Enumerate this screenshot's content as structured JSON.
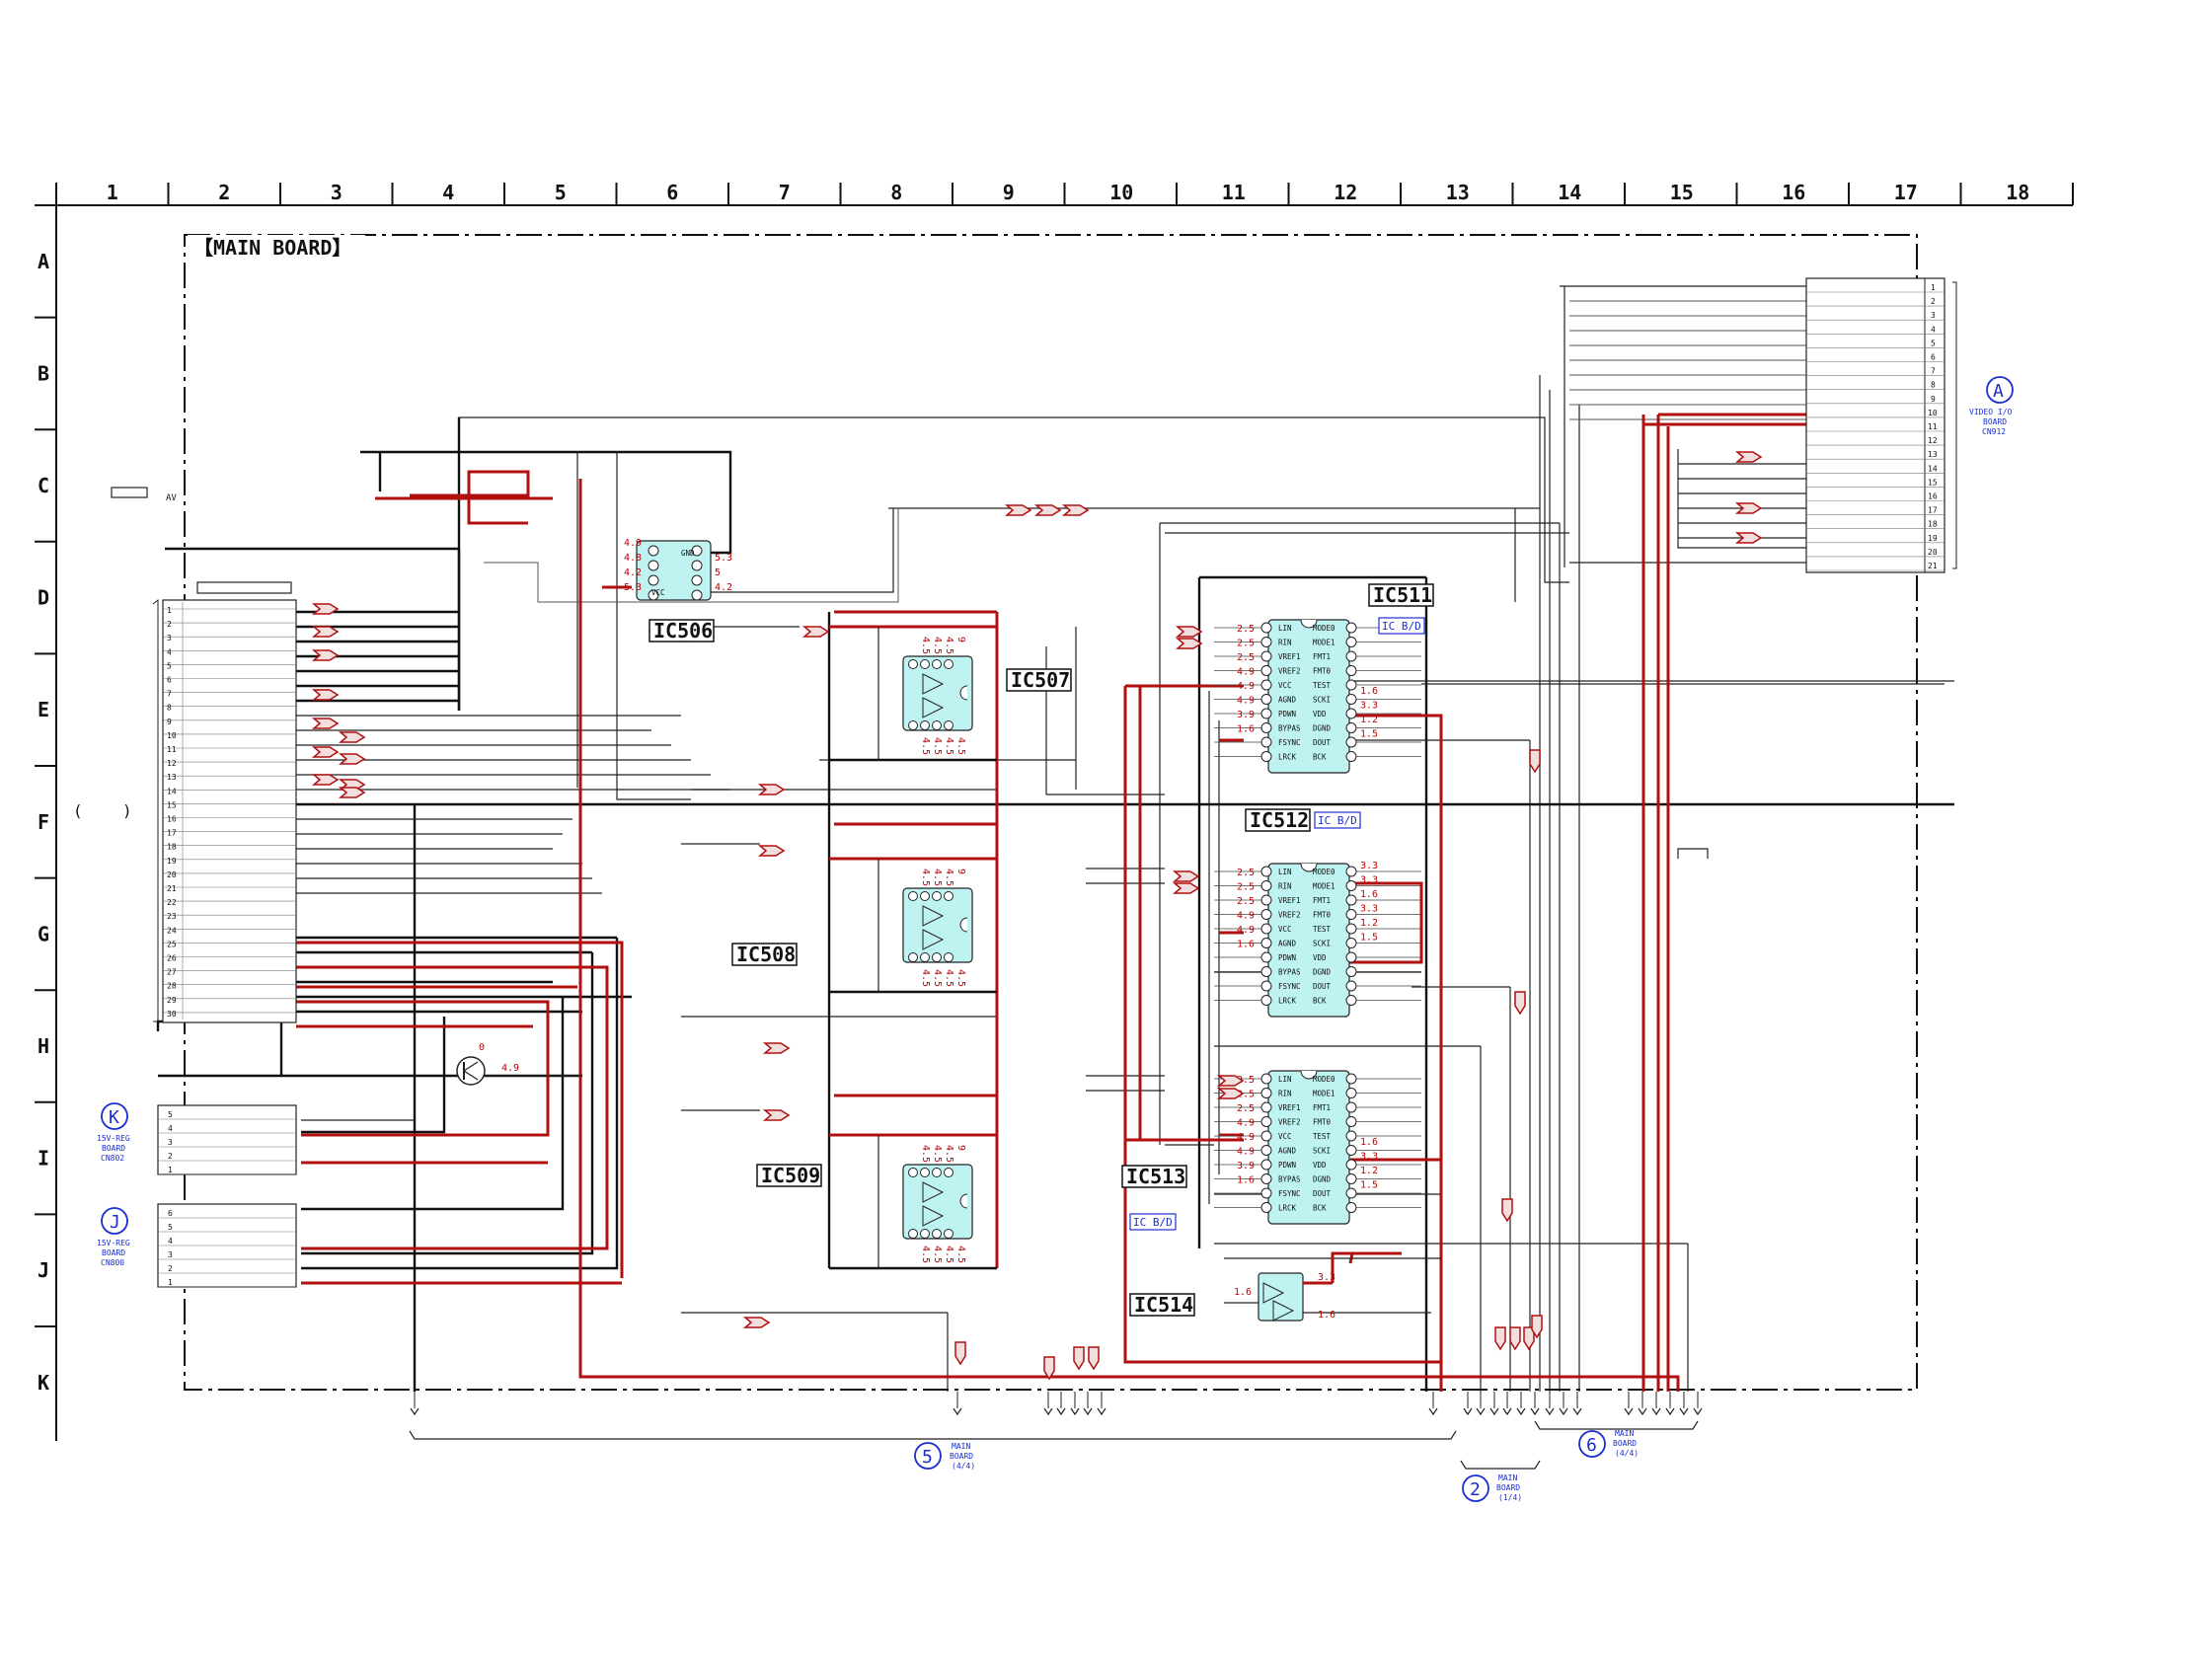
{
  "board_title": "【MAIN BOARD】",
  "columns": [
    "1",
    "2",
    "3",
    "4",
    "5",
    "6",
    "7",
    "8",
    "9",
    "10",
    "11",
    "12",
    "13",
    "14",
    "15",
    "16",
    "17",
    "18"
  ],
  "rows": [
    "A",
    "B",
    "C",
    "D",
    "E",
    "F",
    "G",
    "H",
    "I",
    "J",
    "K"
  ],
  "ics": {
    "ic506": "IC506",
    "ic507": "IC507",
    "ic508": "IC508",
    "ic509": "IC509",
    "ic511": "IC511",
    "ic512": "IC512",
    "ic513": "IC513",
    "ic514": "IC514"
  },
  "ic_bd_label": "IC B/D",
  "adc_pins_left": [
    "LIN",
    "RIN",
    "VREF1",
    "VREF2",
    "VCC",
    "AGND",
    "PDWN",
    "BYPAS",
    "FSYNC",
    "LRCK"
  ],
  "adc_pins_right": [
    "MODE0",
    "MODE1",
    "FMT1",
    "FMT0",
    "TEST",
    "SCKI",
    "VDD",
    "DGND",
    "DOUT",
    "BCK"
  ],
  "ic506_pins": [
    "GND",
    "VCC"
  ],
  "ic511_volts_left": [
    "2.5",
    "2.5",
    "2.5",
    "4.9",
    "4.9",
    "4.9",
    "3.9",
    "1.6"
  ],
  "ic511_volts_right": [
    "1.6",
    "3.3",
    "1.2",
    "1.5"
  ],
  "ic512_volts_left": [
    "2.5",
    "2.5",
    "2.5",
    "4.9",
    "4.9",
    "1.6"
  ],
  "ic512_volts_right": [
    "3.3",
    "3.3",
    "1.6",
    "3.3",
    "1.2",
    "1.5"
  ],
  "ic513_volts_left": [
    "2.5",
    "2.5",
    "2.5",
    "4.9",
    "4.9",
    "4.9",
    "3.9",
    "1.6"
  ],
  "ic513_volts_right": [
    "1.6",
    "3.3",
    "1.2",
    "1.5"
  ],
  "ic506_volts": [
    "4.9",
    "4.8",
    "4.2",
    "5.3",
    "5.3",
    "5",
    "4.2"
  ],
  "opamp_volts_top": [
    "4.5",
    "4.5",
    "4.5",
    "9"
  ],
  "opamp_volts_bottom": [
    "4.5",
    "4.5",
    "4.5",
    "4.5"
  ],
  "ic514_volts": [
    "1.6",
    "3.3",
    "1.6"
  ],
  "transistor_volts": [
    "0",
    "4.9"
  ],
  "conn_left_pins": [
    "1",
    "2",
    "3",
    "4",
    "5",
    "6",
    "7",
    "8",
    "9",
    "10",
    "11",
    "12",
    "13",
    "14",
    "15",
    "16",
    "17",
    "18",
    "19",
    "20",
    "21",
    "22",
    "23",
    "24",
    "25",
    "26",
    "27",
    "28",
    "29",
    "30"
  ],
  "conn_k_pins": [
    "5",
    "4",
    "3",
    "2",
    "1"
  ],
  "conn_j_pins": [
    "6",
    "5",
    "4",
    "3",
    "2",
    "1"
  ],
  "conn_right_pins": [
    "1",
    "2",
    "3",
    "4",
    "5",
    "6",
    "7",
    "8",
    "9",
    "10",
    "11",
    "12",
    "13",
    "14",
    "15",
    "16",
    "17",
    "18",
    "19",
    "20",
    "21"
  ],
  "refs": {
    "A": {
      "letter": "A",
      "line1": "VIDEO I/O",
      "line2": "BOARD",
      "line3": "CN912"
    },
    "K": {
      "letter": "K",
      "line1": "15V-REG",
      "line2": "BOARD",
      "line3": "CN802"
    },
    "J": {
      "letter": "J",
      "line1": "15V-REG",
      "line2": "BOARD",
      "line3": "CN800"
    },
    "r5": {
      "letter": "5",
      "line1": "MAIN",
      "line2": "BOARD",
      "line3": "(4/4)"
    },
    "r2": {
      "letter": "2",
      "line1": "MAIN",
      "line2": "BOARD",
      "line3": "(1/4)"
    },
    "r6": {
      "letter": "6",
      "line1": "MAIN",
      "line2": "BOARD",
      "line3": "(4/4)"
    }
  },
  "av_label": "AV",
  "paren_left": "(",
  "paren_right": ")",
  "colors": {
    "wire": "#222222",
    "signal_red": "#b01010",
    "ic_fill": "#bff3f2",
    "ref_blue": "#1b2fd1"
  }
}
